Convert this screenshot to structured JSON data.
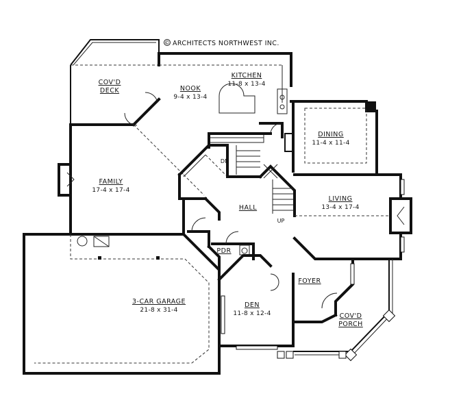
{
  "copyright": "ARCHITECTS NORTHWEST INC.",
  "copyright_symbol": "©",
  "rooms": {
    "covd_deck": {
      "name_line1": "COV'D",
      "name_line2": "DECK"
    },
    "nook": {
      "name": "NOOK",
      "size": "9-4 x 13-4"
    },
    "kitchen": {
      "name": "KITCHEN",
      "size": "11-8 x 13-4"
    },
    "dining": {
      "name": "DINING",
      "size": "11-4 x 11-4"
    },
    "family": {
      "name": "FAMILY",
      "size": "17-4 x 17-4"
    },
    "living": {
      "name": "LIVING",
      "size": "13-4 x 17-4"
    },
    "hall": {
      "name": "HALL"
    },
    "garage": {
      "name": "3-CAR GARAGE",
      "size": "21-8 x 31-4"
    },
    "pdr": {
      "name": "PDR"
    },
    "foyer": {
      "name": "FOYER"
    },
    "den": {
      "name": "DEN",
      "size": "11-8 x 12-4"
    },
    "covd_porch": {
      "name_line1": "COV'D",
      "name_line2": "PORCH"
    }
  },
  "stairs": {
    "down": "DN",
    "up": "UP"
  }
}
